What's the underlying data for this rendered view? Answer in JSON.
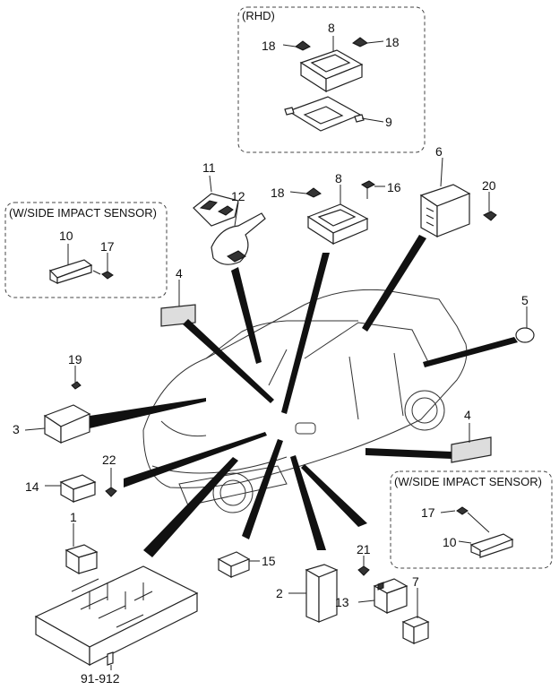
{
  "captions": {
    "rhd": "(RHD)",
    "side_impact_left": "(W/SIDE IMPACT SENSOR)",
    "side_impact_right": "(W/SIDE IMPACT SENSOR)"
  },
  "callouts": {
    "rhd_18_left": "18",
    "rhd_8": "8",
    "rhd_18_right": "18",
    "rhd_9": "9",
    "c11": "11",
    "c12": "12",
    "c8": "8",
    "c18": "18",
    "c16": "16",
    "c6": "6",
    "c20": "20",
    "left_10": "10",
    "left_17": "17",
    "c4_left": "4",
    "c5": "5",
    "c19": "19",
    "c3": "3",
    "c22": "22",
    "c14": "14",
    "c4_right": "4",
    "right_17": "17",
    "right_10": "10",
    "c1": "1",
    "c15": "15",
    "c21": "21",
    "c7": "7",
    "c2": "2",
    "c13": "13",
    "ref": "91-912"
  }
}
